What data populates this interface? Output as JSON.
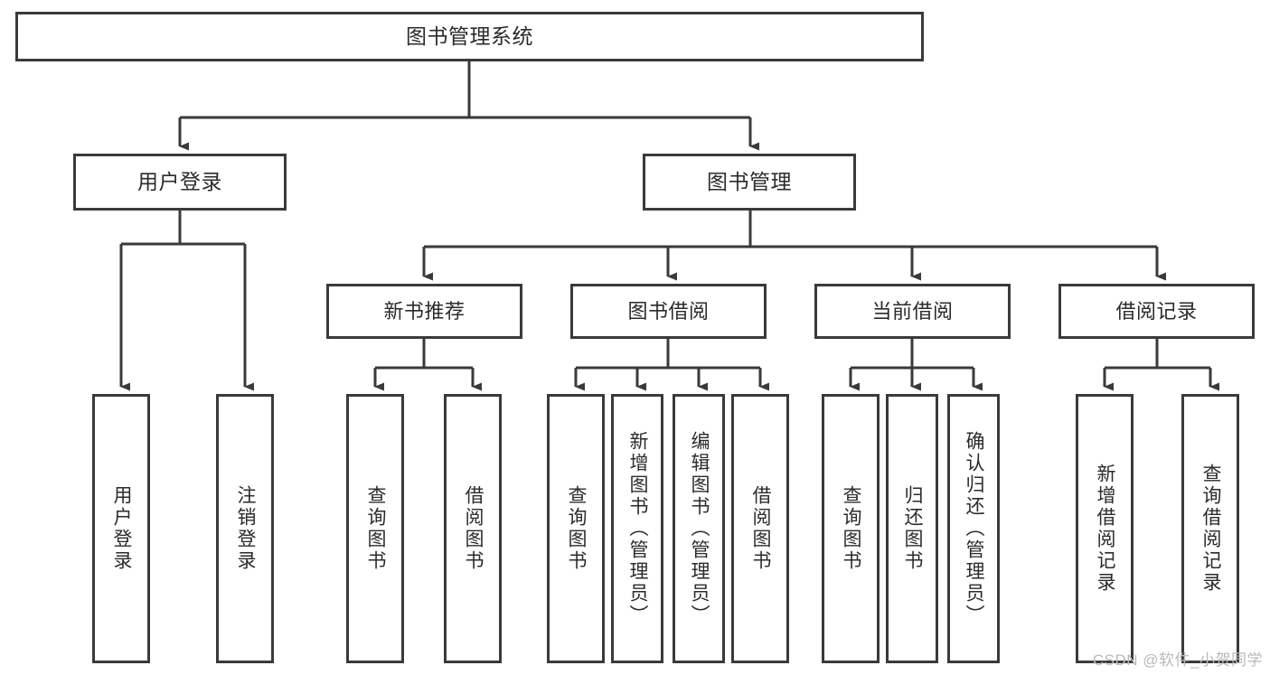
{
  "diagram": {
    "title": "图书管理系统",
    "type": "hierarchy-tree",
    "line_color": "#3a3a3a",
    "box_fill": "#ffffff",
    "text_color": "#2b2b2b",
    "watermark": "CSDN @软件_小贺同学",
    "nodes": {
      "root": {
        "label": "图书管理系统"
      },
      "level1": [
        {
          "id": "user-login",
          "label": "用户登录"
        },
        {
          "id": "book-management",
          "label": "图书管理"
        }
      ],
      "level2": [
        {
          "id": "new-book-recommend",
          "label": "新书推荐"
        },
        {
          "id": "book-borrow",
          "label": "图书借阅"
        },
        {
          "id": "current-borrow",
          "label": "当前借阅"
        },
        {
          "id": "borrow-record",
          "label": "借阅记录"
        }
      ],
      "leaves": {
        "user_login": [
          {
            "id": "leaf-user-login",
            "label": "用户登录"
          },
          {
            "id": "leaf-logout-login",
            "label": "注销登录"
          }
        ],
        "new_book_recommend": [
          {
            "id": "leaf-query-book-1",
            "label": "查询图书"
          },
          {
            "id": "leaf-borrow-book-1",
            "label": "借阅图书"
          }
        ],
        "book_borrow": [
          {
            "id": "leaf-query-book-2",
            "label": "查询图书"
          },
          {
            "id": "leaf-add-book",
            "label": "新增图书（管理员）"
          },
          {
            "id": "leaf-edit-book",
            "label": "编辑图书（管理员）"
          },
          {
            "id": "leaf-borrow-book-2",
            "label": "借阅图书"
          }
        ],
        "current_borrow": [
          {
            "id": "leaf-query-book-3",
            "label": "查询图书"
          },
          {
            "id": "leaf-return-book",
            "label": "归还图书"
          },
          {
            "id": "leaf-confirm-return",
            "label": "确认归还（管理员）"
          }
        ],
        "borrow_record": [
          {
            "id": "leaf-add-record",
            "label": "新增借阅记录"
          },
          {
            "id": "leaf-query-record",
            "label": "查询借阅记录"
          }
        ]
      }
    }
  }
}
